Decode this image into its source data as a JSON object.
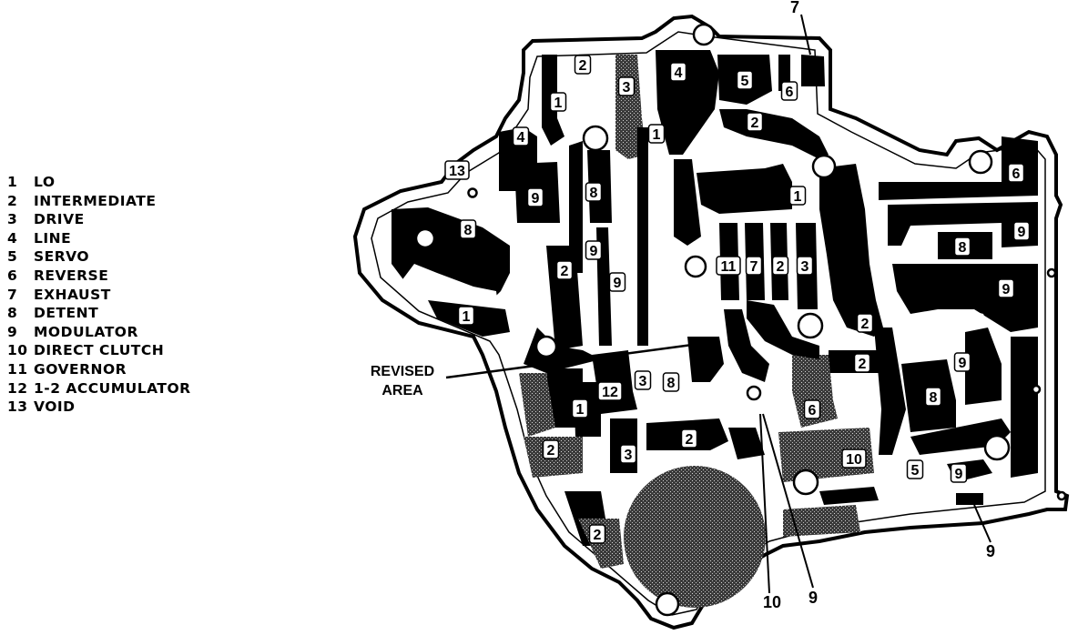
{
  "legend": [
    {
      "num": "1",
      "label": "LO"
    },
    {
      "num": "2",
      "label": "INTERMEDIATE"
    },
    {
      "num": "3",
      "label": "DRIVE"
    },
    {
      "num": "4",
      "label": "LINE"
    },
    {
      "num": "5",
      "label": "SERVO"
    },
    {
      "num": "6",
      "label": "REVERSE"
    },
    {
      "num": "7",
      "label": "EXHAUST"
    },
    {
      "num": "8",
      "label": "DETENT"
    },
    {
      "num": "9",
      "label": "MODULATOR"
    },
    {
      "num": "10",
      "label": "DIRECT CLUTCH"
    },
    {
      "num": "11",
      "label": "GOVERNOR"
    },
    {
      "num": "12",
      "label": "1-2 ACCUMULATOR"
    },
    {
      "num": "13",
      "label": "VOID"
    }
  ],
  "callout": {
    "line1": "REVISED",
    "line2": "AREA"
  },
  "port_labels": [
    "7",
    "2",
    "3",
    "4",
    "5",
    "6",
    "1",
    "2",
    "1",
    "4",
    "13",
    "9",
    "8",
    "6",
    "1",
    "8",
    "2",
    "9",
    "9",
    "11",
    "7",
    "2",
    "3",
    "9",
    "8",
    "9",
    "1",
    "2",
    "2",
    "9",
    "12",
    "3",
    "8",
    "1",
    "6",
    "8",
    "2",
    "10",
    "5",
    "9",
    "2",
    "3",
    "2"
  ],
  "outside_labels": {
    "top": "7",
    "bottom_left": "10",
    "bottom_mid": "9",
    "bottom_right": "9"
  }
}
